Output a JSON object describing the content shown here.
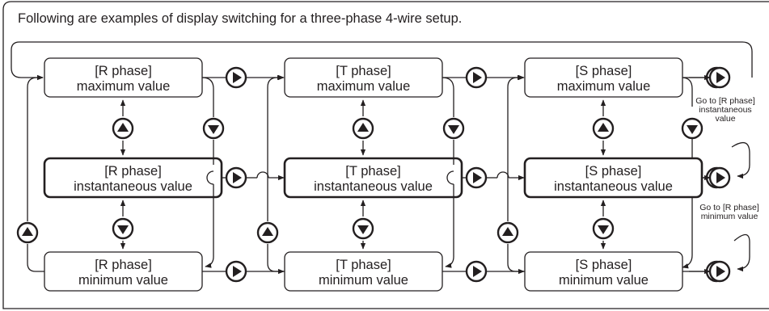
{
  "title": "Following are examples of display switching for a three-phase 4-wire setup.",
  "phases": [
    {
      "maximum": {
        "line1": "[R phase]",
        "line2": "maximum value"
      },
      "instantaneous": {
        "line1": "[R phase]",
        "line2": "instantaneous value"
      },
      "minimum": {
        "line1": "[R phase]",
        "line2": "minimum value"
      }
    },
    {
      "maximum": {
        "line1": "[T phase]",
        "line2": "maximum value"
      },
      "instantaneous": {
        "line1": "[T phase]",
        "line2": "instantaneous value"
      },
      "minimum": {
        "line1": "[T phase]",
        "line2": "minimum value"
      }
    },
    {
      "maximum": {
        "line1": "[S phase]",
        "line2": "maximum value"
      },
      "instantaneous": {
        "line1": "[S phase]",
        "line2": "instantaneous value"
      },
      "minimum": {
        "line1": "[S phase]",
        "line2": "minimum value"
      }
    }
  ],
  "notes": {
    "goto_instantaneous": {
      "line1": "Go to [R phase]",
      "line2": "instantaneous",
      "line3": "value"
    },
    "goto_minimum": {
      "line1": "Go to [R phase]",
      "line2": "minimum value"
    }
  },
  "icons": {
    "right_button": "right-arrow-button-icon",
    "up_button": "up-arrow-button-icon",
    "down_button": "down-arrow-button-icon"
  },
  "colors": {
    "ink": "#231f20",
    "background": "#ffffff"
  }
}
